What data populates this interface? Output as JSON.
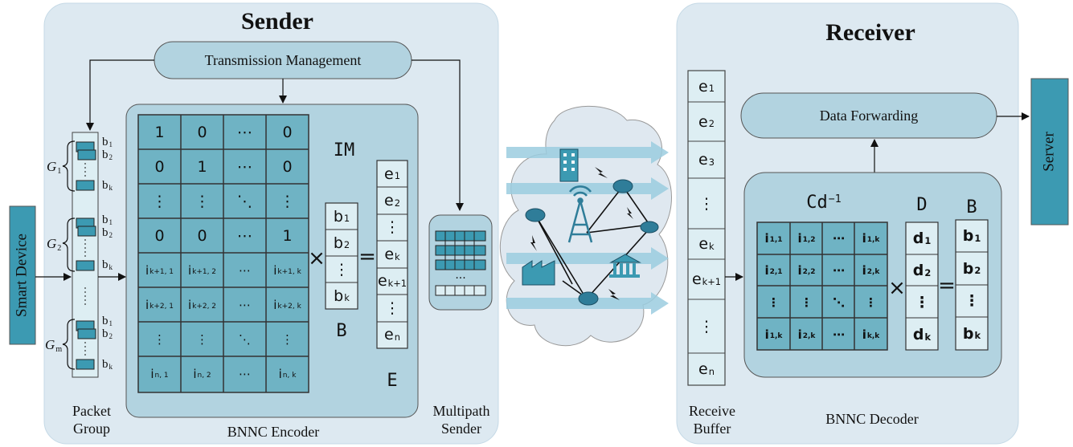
{
  "sender": {
    "title": "Sender",
    "transmission_management": "Transmission Management",
    "packet_group_label": "Packet\nGroup",
    "encoder_label": "BNNC Encoder",
    "multipath_label": "Multipath\nSender",
    "smart_device": "Smart Device",
    "groups": [
      {
        "g": "G",
        "sub": "1"
      },
      {
        "g": "G",
        "sub": "2"
      },
      {
        "g": "G",
        "sub": "m"
      }
    ],
    "group_packets": [
      "b1",
      "b2",
      "bk"
    ],
    "im_label": "IM",
    "b_label": "B",
    "e_label": "E",
    "im_matrix": [
      [
        "1",
        "0",
        "⋯",
        "0"
      ],
      [
        "0",
        "1",
        "⋯",
        "0"
      ],
      [
        "⋮",
        "⋮",
        "⋱",
        "⋮"
      ],
      [
        "0",
        "0",
        "⋯",
        "1"
      ],
      [
        "ik+1, 1",
        "ik+1, 2",
        "⋯",
        "ik+1, k"
      ],
      [
        "ik+2, 1",
        "ik+2, 2",
        "⋯",
        "ik+2, k"
      ],
      [
        "⋮",
        "⋮",
        "⋱",
        "⋮"
      ],
      [
        "in, 1",
        "in, 2",
        "⋯",
        "in, k"
      ]
    ],
    "b_vector": [
      "b1",
      "b2",
      "⋮",
      "bk"
    ],
    "e_vector": [
      "e1",
      "e2",
      "⋮",
      "ek",
      "ek+1",
      "⋮",
      "en"
    ],
    "times": "×",
    "equals": "="
  },
  "receiver": {
    "title": "Receiver",
    "data_forwarding": "Data Forwarding",
    "server": "Server",
    "buffer_label": "Receive\nBuffer",
    "decoder_label": "BNNC Decoder",
    "buffer": [
      "e1",
      "e2",
      "e3",
      "⋮",
      "ek",
      "ek+1",
      "⋮",
      "en"
    ],
    "cd_label": "Cd",
    "cd_sup": "−1",
    "d_label": "D",
    "b_label": "B",
    "cd_matrix": [
      [
        "i1,1",
        "i1,2",
        "⋯",
        "i1,k"
      ],
      [
        "i2,1",
        "i2,2",
        "⋯",
        "i2,k"
      ],
      [
        "⋮",
        "⋮",
        "⋱",
        "⋮"
      ],
      [
        "i1,k",
        "i2,k",
        "⋯",
        "ik,k"
      ]
    ],
    "d_vector": [
      "d1",
      "d2",
      "⋮",
      "dk"
    ],
    "b_vector": [
      "b1",
      "b2",
      "⋮",
      "bk"
    ],
    "times": "×",
    "equals": "="
  },
  "colors": {
    "panel": "#dde9f1",
    "panel_border": "#c5d9e6",
    "inner": "#b2d3e0",
    "cell": "#6fb3c4",
    "cell_light": "#ddeef3",
    "teal": "#3c9ab2",
    "arrow_band": "#9ccde0",
    "cloud": "#dfe8f0"
  }
}
